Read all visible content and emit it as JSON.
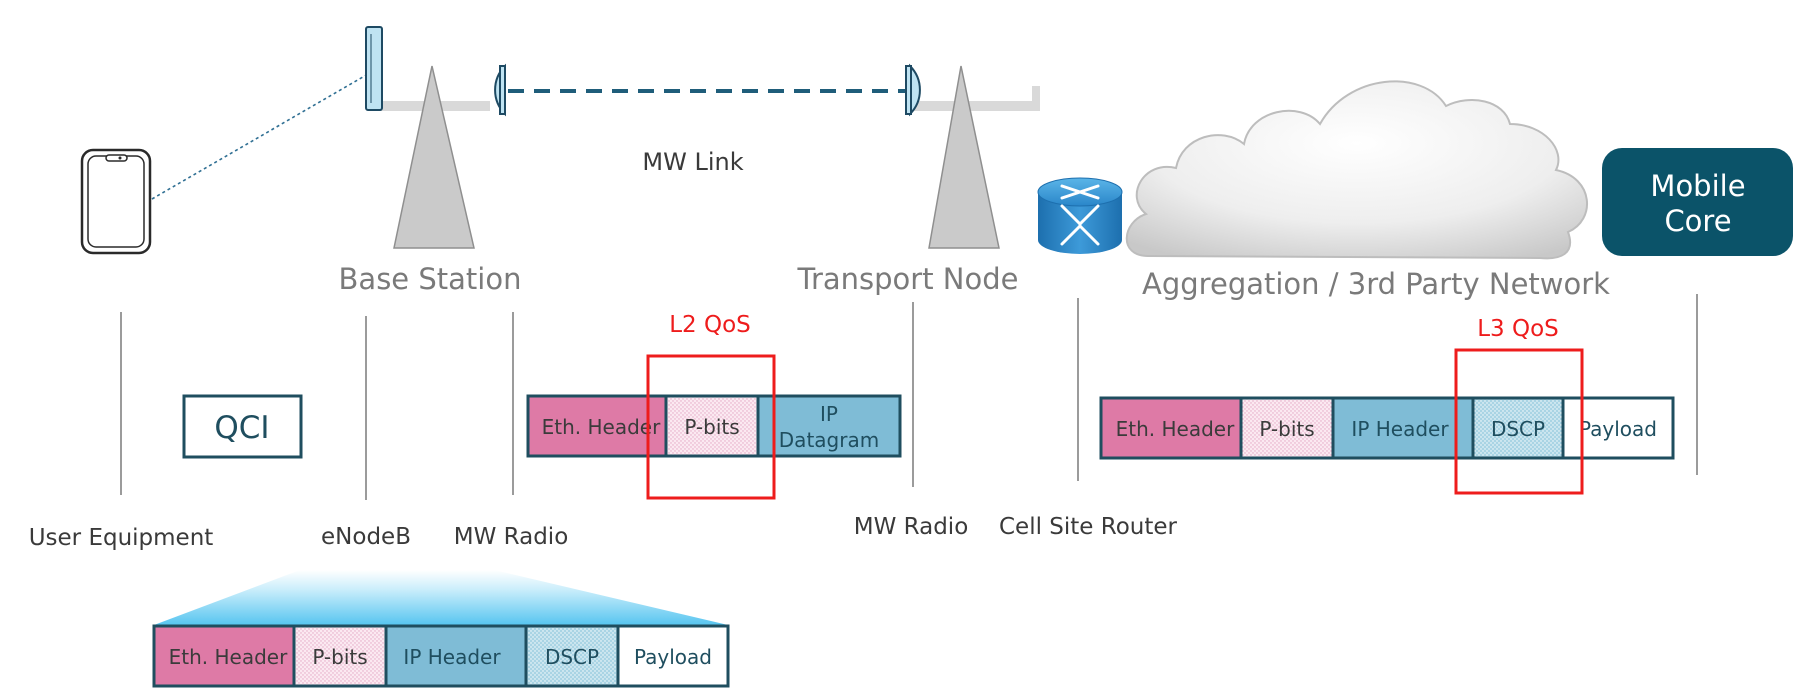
{
  "colors": {
    "pink": "#de7aa6",
    "blue": "#7fbcd6",
    "dark_teal": "#1f4e5f",
    "core_teal": "#0b5369",
    "qos_red": "#ee1c1c",
    "tower_gray": "#c9c9c9",
    "mw_link": "#1f5d7a",
    "label_gray": "#7a7a7a"
  },
  "devices": {
    "user_equipment": "User Equipment",
    "enodeb": "eNodeB",
    "mw_radio_left": "MW Radio",
    "mw_radio_right": "MW Radio",
    "cell_site_router": "Cell Site Router"
  },
  "sites": {
    "base_station": "Base Station",
    "transport_node": "Transport Node",
    "aggregation": "Aggregation / 3rd Party Network",
    "mw_link": "MW Link",
    "mobile_core_line1": "Mobile",
    "mobile_core_line2": "Core"
  },
  "qci": "QCI",
  "qos": {
    "l2": "L2 QoS",
    "l3": "L3 QoS"
  },
  "frames": {
    "l2_frame": {
      "eth": "Eth. Header",
      "pbits": "P-bits",
      "ip_line1": "IP",
      "ip_line2": "Datagram"
    },
    "l3_frame": {
      "eth": "Eth. Header",
      "pbits": "P-bits",
      "ip": "IP Header",
      "dscp": "DSCP",
      "payload": "Payload"
    },
    "enodeb_frame": {
      "eth": "Eth. Header",
      "pbits": "P-bits",
      "ip": "IP Header",
      "dscp": "DSCP",
      "payload": "Payload"
    }
  }
}
